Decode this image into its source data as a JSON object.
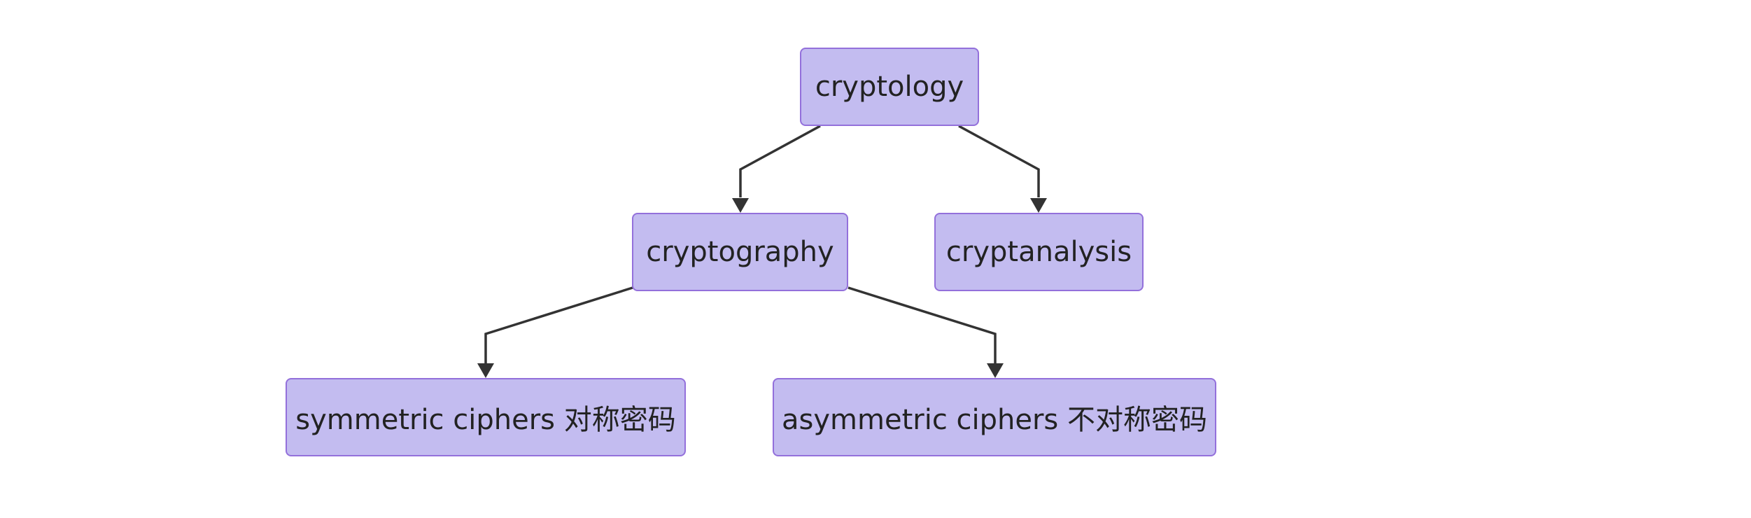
{
  "diagram": {
    "type": "flowchart",
    "direction": "top-down",
    "nodes": {
      "cryptology": "cryptology",
      "cryptography": "cryptography",
      "cryptanalysis": "cryptanalysis",
      "symmetric": "symmetric ciphers 对称密码",
      "asymmetric": "asymmetric ciphers 不对称密码"
    },
    "edges": [
      {
        "from": "cryptology",
        "to": "cryptography"
      },
      {
        "from": "cryptology",
        "to": "cryptanalysis"
      },
      {
        "from": "cryptography",
        "to": "symmetric"
      },
      {
        "from": "cryptography",
        "to": "asymmetric"
      }
    ],
    "colors": {
      "node_fill": "#c3bcf0",
      "node_border": "#9370db",
      "edge": "#333333",
      "text": "#222222",
      "background": "#ffffff"
    }
  }
}
